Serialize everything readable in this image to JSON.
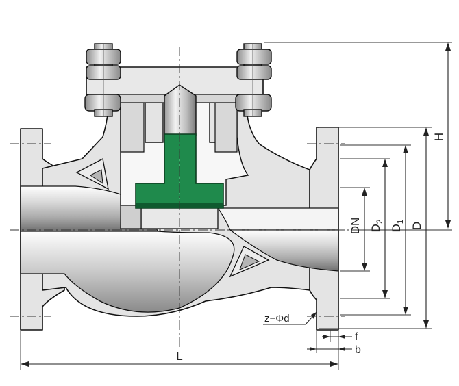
{
  "diagram": {
    "labels": {
      "H": "H",
      "DN": "DN",
      "D2": "D",
      "D2_sub": "2",
      "D1": "D",
      "D1_sub": "1",
      "D": "D",
      "L": "L",
      "f": "f",
      "b": "b",
      "bolt_holes": "z−Φd"
    },
    "colors": {
      "disc": "#1f8a4c",
      "disc_outline": "#0d3d20",
      "body": "#e4e4e4",
      "outline": "#111111"
    }
  }
}
